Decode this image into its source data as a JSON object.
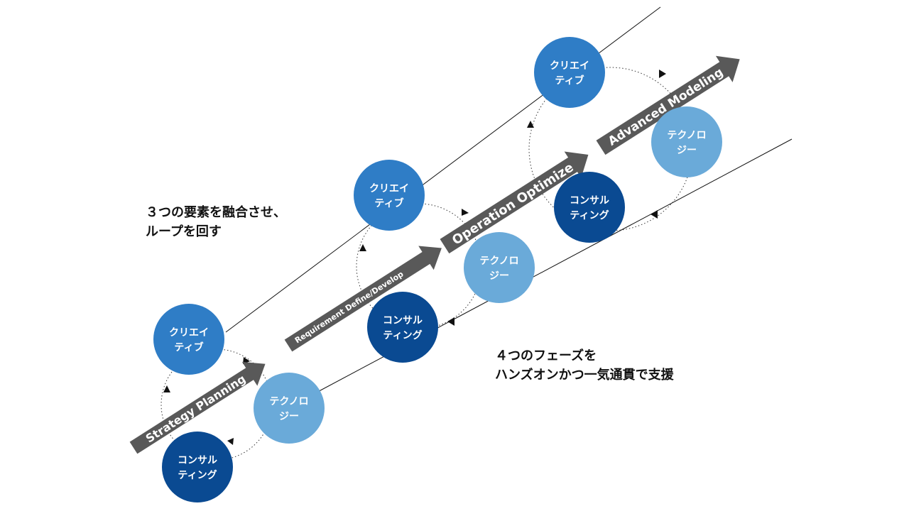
{
  "colors": {
    "creative": "#2f7dc6",
    "technology": "#6aaad9",
    "consulting": "#0a4a92",
    "phase_arrow": "#595959",
    "line": "#111111"
  },
  "phases": [
    {
      "arrow_label": "Strategy Planning",
      "creative": [
        "クリエイ",
        "ティブ"
      ],
      "technology": [
        "テクノロ",
        "ジー"
      ],
      "consulting": [
        "コンサル",
        "ティング"
      ]
    },
    {
      "arrow_label": "Requirement Define/Develop",
      "creative": [
        "クリエイ",
        "ティブ"
      ],
      "technology": [
        "テクノロ",
        "ジー"
      ],
      "consulting": [
        "コンサル",
        "ティング"
      ]
    },
    {
      "arrow_label": "Operation Optimize",
      "creative": [
        "クリエイ",
        "ティブ"
      ],
      "technology": [
        "テクノロ",
        "ジー"
      ],
      "consulting": [
        "コンサル",
        "ティング"
      ]
    },
    {
      "arrow_label": "Advanced Modeling"
    }
  ],
  "captions": {
    "loop": [
      "３つの要素を融合させ、",
      "ループを回す"
    ],
    "phases": [
      "４つのフェーズを",
      "ハンズオンかつ一気通貫で支援"
    ]
  }
}
